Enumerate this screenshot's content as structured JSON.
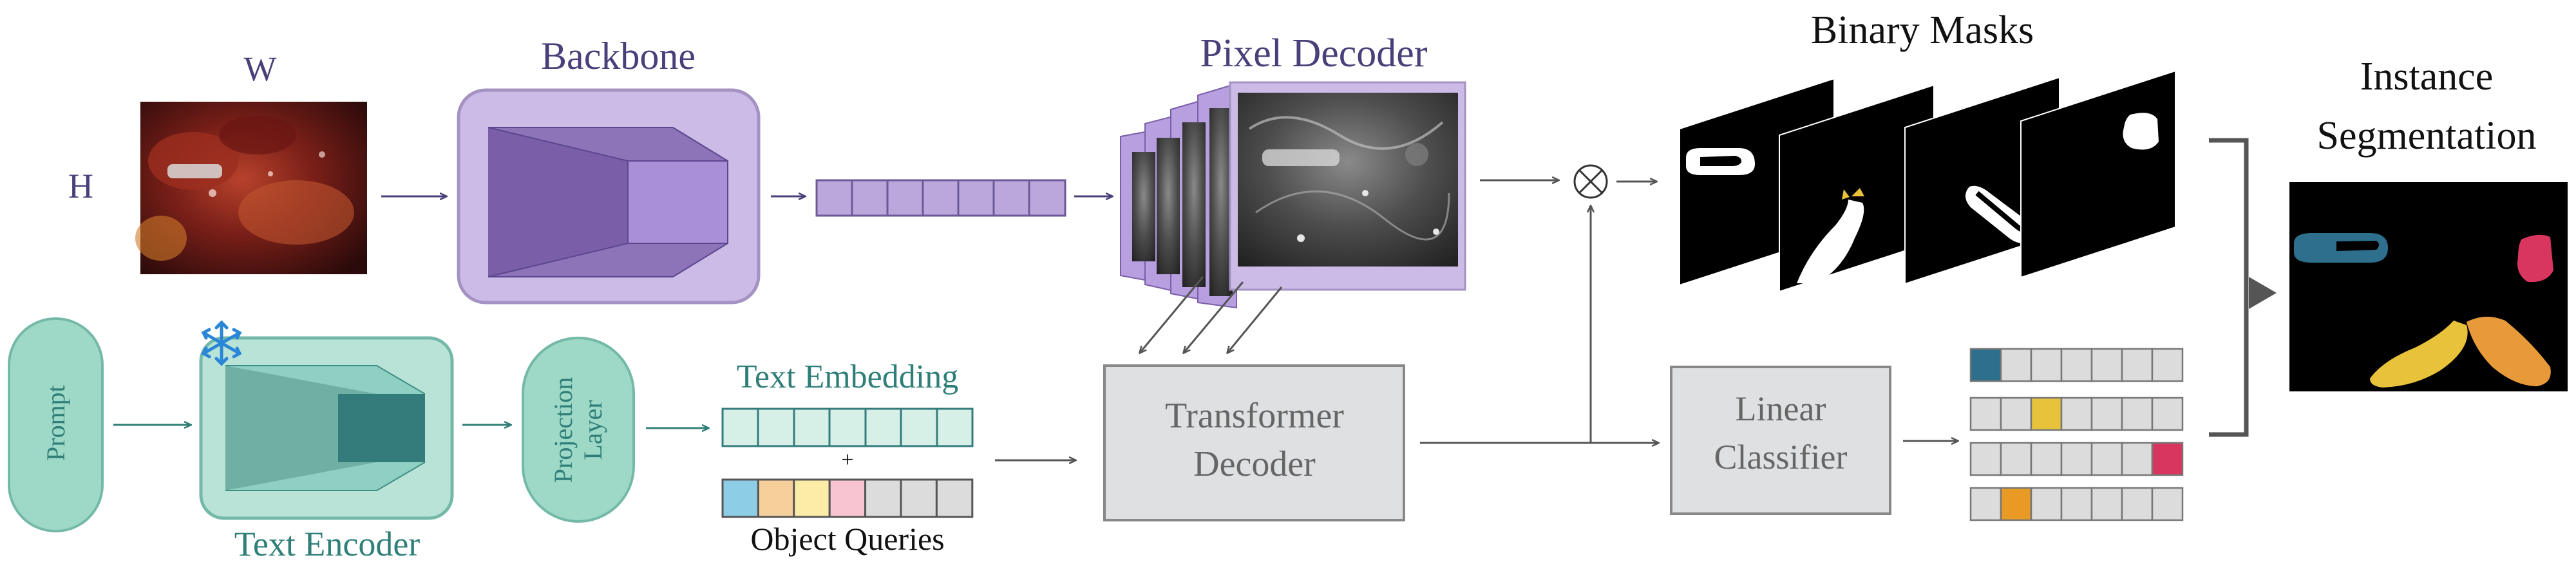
{
  "labels": {
    "w": "W",
    "h": "H",
    "backbone": "Backbone",
    "pixel_decoder": "Pixel Decoder",
    "binary_masks": "Binary Masks",
    "instance_segmentation_line1": "Instance",
    "instance_segmentation_line2": "Segmentation",
    "prompt": "Prompt",
    "text_encoder": "Text Encoder",
    "projection_layer_line1": "Projection",
    "projection_layer_line2": "Layer",
    "text_embedding": "Text Embedding",
    "plus": "+",
    "object_queries": "Object Queries",
    "transformer_decoder_line1": "Transformer",
    "transformer_decoder_line2": "Decoder",
    "linear_classifier_line1": "Linear",
    "linear_classifier_line2": "Classifier"
  },
  "icons": {
    "frozen": "snowflake-icon",
    "multiply": "otimes-icon"
  },
  "colors": {
    "purple_fill": "#cbbbe6",
    "purple_dark": "#7a5fa8",
    "purple_light": "#a98fd6",
    "teal_fill": "#9ed9c8",
    "teal_dark": "#347b7c",
    "text_embed_cell": "#d6efe7",
    "query_colors": [
      "#8ecde6",
      "#f6cf9b",
      "#fbeca8",
      "#f8c4d2",
      "#dcdcdc",
      "#dcdcdc",
      "#dcdcdc"
    ],
    "class_rows": [
      [
        "#2d6f8c",
        "#dcdcdc",
        "#dcdcdc",
        "#dcdcdc",
        "#dcdcdc",
        "#dcdcdc",
        "#dcdcdc"
      ],
      [
        "#dcdcdc",
        "#dcdcdc",
        "#e8c23a",
        "#dcdcdc",
        "#dcdcdc",
        "#dcdcdc",
        "#dcdcdc"
      ],
      [
        "#dcdcdc",
        "#dcdcdc",
        "#dcdcdc",
        "#dcdcdc",
        "#dcdcdc",
        "#dcdcdc",
        "#d9365f"
      ],
      [
        "#dcdcdc",
        "#e89a24",
        "#dcdcdc",
        "#dcdcdc",
        "#dcdcdc",
        "#dcdcdc",
        "#dcdcdc"
      ]
    ],
    "instance_colors": [
      "#2d6f8c",
      "#e8c23a",
      "#d9365f",
      "#e89a3a"
    ]
  }
}
